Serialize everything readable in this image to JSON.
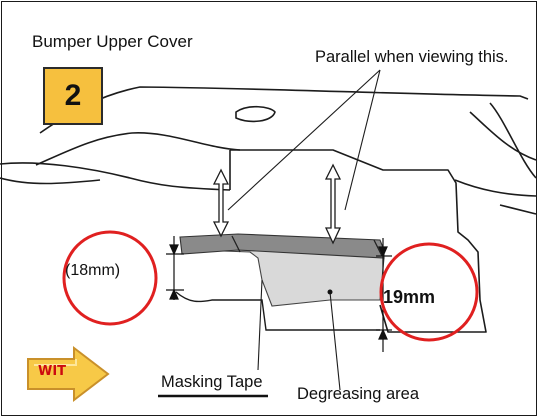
{
  "labels": {
    "bumper": "Bumper Upper Cover",
    "parallel": "Parallel when viewing this.",
    "gap_left": "(18mm)",
    "gap_right": "19mm",
    "masking_tape": "Masking Tape",
    "degreasing": "Degreasing area"
  },
  "step_number": "2",
  "wit_badge": "WIT",
  "colors": {
    "step_badge_fill": "#f6c03e",
    "highlight_circle": "#e02020",
    "masking_tape": "#8a8a8a",
    "degreasing_area": "#d9d9d9",
    "wit_arrow": "#f7c947",
    "wit_text": "#cc0a10"
  },
  "icons": {
    "wit": "wit-arrow-icon"
  }
}
